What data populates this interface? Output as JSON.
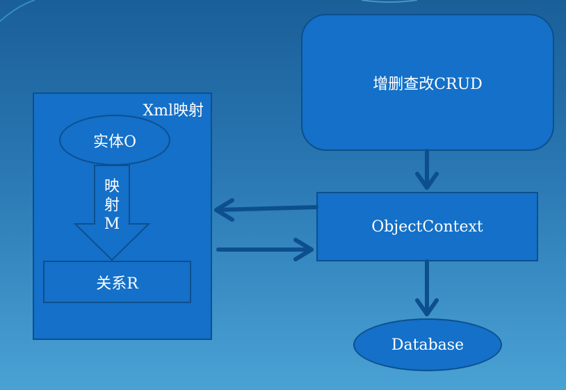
{
  "colors": {
    "box_fill": "#1470c8",
    "box_border": "#0d4f8e",
    "arrow": "#0d4f8e",
    "text": "#ffffff"
  },
  "diagram": {
    "crud_label": "增删查改CRUD",
    "object_context_label": "ObjectContext",
    "database_label": "Database",
    "xml_mapping_title": "Xml映射",
    "entity_label": "实体O",
    "mapping_arrow_label": [
      "映",
      "射",
      "M"
    ],
    "relation_label": "关系R"
  }
}
